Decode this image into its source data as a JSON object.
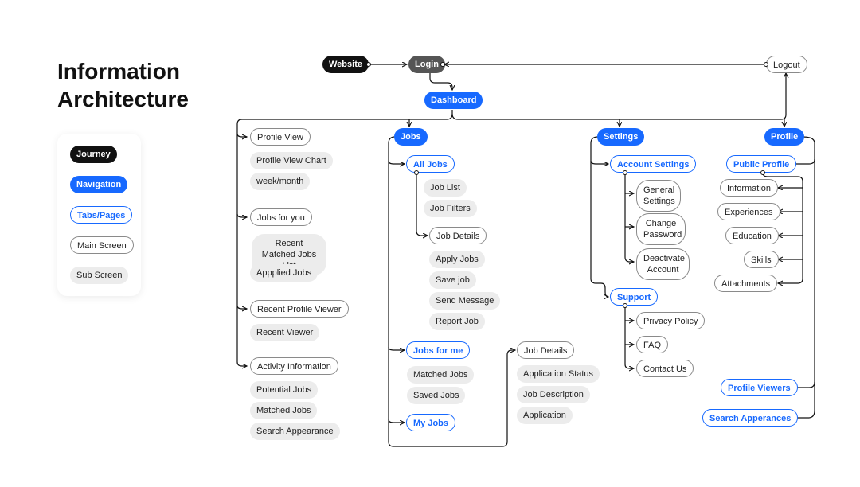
{
  "title": {
    "line1": "Information",
    "line2": "Architecture"
  },
  "colors": {
    "journey": "#111111",
    "navigation": "#1769ff",
    "main_border": "#8a8a8a",
    "sub_bg": "#ececec",
    "login": "#555555"
  },
  "legend": {
    "journey": "Journey",
    "navigation": "Navigation",
    "tabs_pages": "Tabs/Pages",
    "main_screen": "Main Screen",
    "sub_screen": "Sub Screen"
  },
  "nodes": {
    "website": "Website",
    "login": "Login",
    "logout": "Logout",
    "dashboard": "Dashboard",
    "profile_view": "Profile View",
    "profile_view_chart": "Profile View Chart",
    "week_month": "week/month",
    "jobs_for_you": "Jobs for you",
    "recent_matched_jobs_list": "Recent Matched Jobs List",
    "applied_jobs": "Appplied  Jobs",
    "recent_profile_viewer": "Recent Profile Viewer",
    "recent_viewer": "Recent Viewer",
    "activity_information": "Activity Information",
    "potential_jobs": "Potential Jobs",
    "matched_jobs_a": "Matched Jobs",
    "search_appearance": "Search Appearance",
    "jobs": "Jobs",
    "all_jobs": "All Jobs",
    "job_list": "Job List",
    "job_filters": "Job Filters",
    "job_details_1": "Job Details",
    "apply_jobs": "Apply Jobs",
    "save_job": "Save job",
    "send_message": "Send Message",
    "report_job": "Report Job",
    "jobs_for_me": "Jobs for me",
    "matched_jobs_b": "Matched Jobs",
    "saved_jobs": "Saved Jobs",
    "my_jobs": "My Jobs",
    "job_details_2": "Job Details",
    "application_status": "Application Status",
    "job_description": "Job Description",
    "application": "Application",
    "settings": "Settings",
    "account_settings": "Account Settings",
    "general_settings": "General Settings",
    "change_password": "Change Password",
    "deactivate_account": "Deactivate Account",
    "support": "Support",
    "privacy_policy": "Privacy Policy",
    "faq": "FAQ",
    "contact_us": "Contact Us",
    "profile": "Profile",
    "public_profile": "Public Profile",
    "information": "Information",
    "experiences": "Experiences",
    "education": "Education",
    "skills": "Skills",
    "attachments": "Attachments",
    "profile_viewers": "Profile Viewers",
    "search_appearances": "Search Apperances"
  }
}
